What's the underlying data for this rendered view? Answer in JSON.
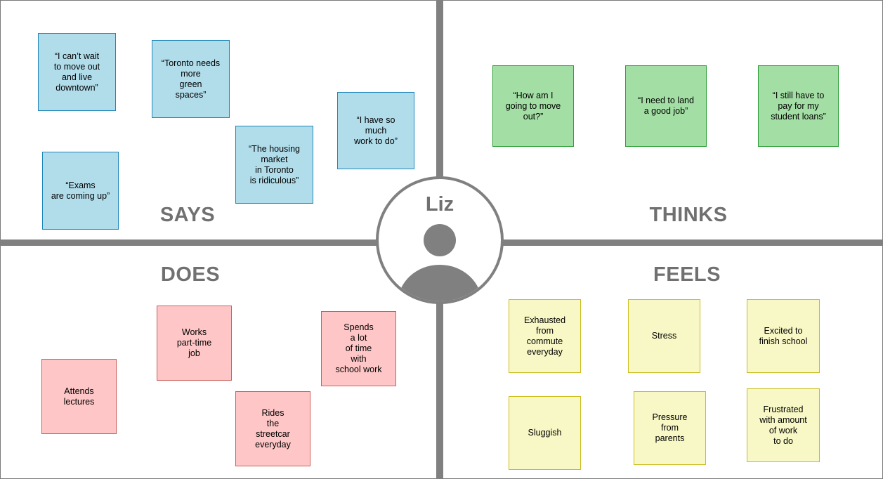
{
  "persona": {
    "name": "Liz"
  },
  "quadrants": {
    "says": {
      "title": "SAYS",
      "notes": [
        "“I can’t wait\nto move out\nand live\ndowntown”",
        "“Toronto needs\nmore\ngreen\nspaces”",
        "“The housing\nmarket\nin Toronto\nis ridiculous”",
        "“I have so\nmuch\nwork to do”",
        "“Exams\nare coming up”"
      ]
    },
    "thinks": {
      "title": "THINKS",
      "notes": [
        "“How am I\ngoing to move\nout?”",
        "“I need to land\na good job”",
        "“I still have to\npay for my\nstudent loans”"
      ]
    },
    "does": {
      "title": "DOES",
      "notes": [
        "Attends\nlectures",
        "Works\npart-time\njob",
        "Rides\nthe\nstreetcar\neveryday",
        "Spends\na lot\nof time\nwith\nschool work"
      ]
    },
    "feels": {
      "title": "FEELS",
      "notes": [
        "Exhausted\nfrom\ncommute\neveryday",
        "Stress",
        "Excited to\nfinish school",
        "Sluggish",
        "Pressure\nfrom\nparents",
        "Frustrated\nwith amount\nof work\nto do"
      ]
    }
  },
  "colors": {
    "says_note": "#b1ddeb",
    "thinks_note": "#a3dea4",
    "does_note": "#fec6c6",
    "feels_note": "#f8f8c6",
    "divider": "#808080",
    "title_text": "#707070"
  }
}
